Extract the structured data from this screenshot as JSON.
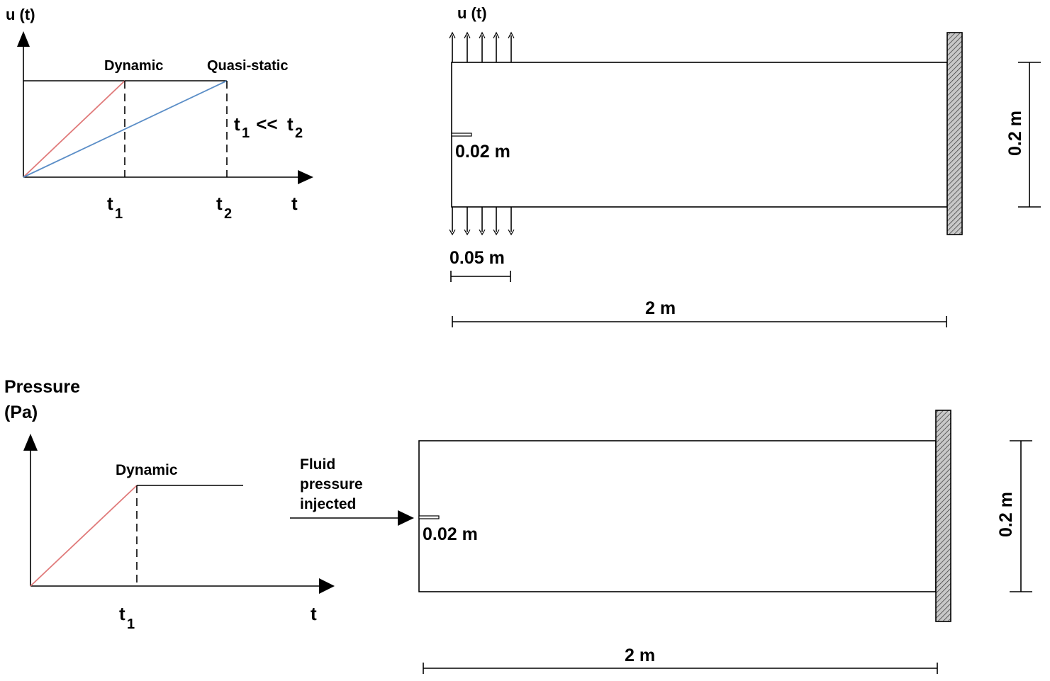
{
  "top_graph": {
    "y_label": "u (t)",
    "x_label": "t",
    "curve_dynamic": "Dynamic",
    "curve_quasi": "Quasi-static",
    "relation_t1": "t",
    "relation_t1_sub": "1",
    "relation_mid": " << ",
    "relation_t2": "t",
    "relation_t2_sub": "2",
    "tick1": "t",
    "tick1_sub": "1",
    "tick2": "t",
    "tick2_sub": "2",
    "colors": {
      "dynamic": "#e07a7a",
      "quasi": "#5b8ec7"
    }
  },
  "top_specimen": {
    "load_label": "u (t)",
    "crack_label": "0.02 m",
    "load_width_label": "0.05 m",
    "length_label": "2 m",
    "height_label": "0.2 m"
  },
  "bottom_graph": {
    "y_label_line1": "Pressure",
    "y_label_line2": "(Pa)",
    "x_label": "t",
    "curve_dynamic": "Dynamic",
    "tick1": "t",
    "tick1_sub": "1",
    "colors": {
      "dynamic": "#e07a7a"
    }
  },
  "bottom_specimen": {
    "injection_line1": "Fluid",
    "injection_line2": "pressure",
    "injection_line3": "injected",
    "crack_label": "0.02 m",
    "length_label": "2 m",
    "height_label": "0.2 m"
  }
}
